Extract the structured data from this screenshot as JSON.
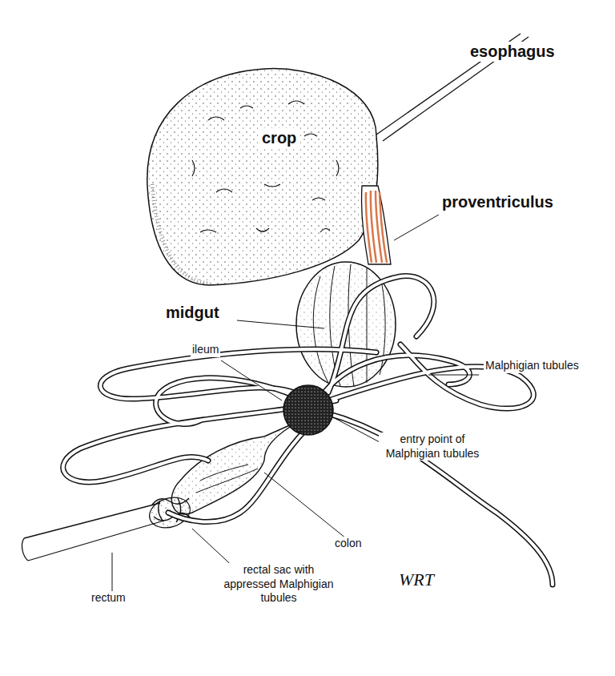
{
  "diagram": {
    "labels": [
      "esophagus",
      "crop",
      "proventriculus",
      "midgut",
      "ileum",
      "Malphigian tubules",
      "entry point of Malphigian tubules",
      "colon",
      "rectal sac with appressed Malphigian tubules",
      "rectum",
      "WRT"
    ]
  }
}
